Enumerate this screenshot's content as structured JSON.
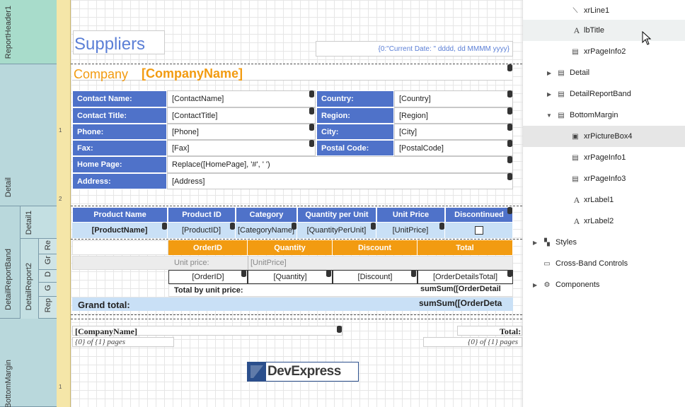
{
  "bands": {
    "report_header": "ReportHeader1",
    "detail": "Detail",
    "detail_report_band": "DetailReportBand",
    "detail1": "Detail1",
    "detail_report2": "DetailReport2",
    "gr1": "Gr",
    "d1": "D",
    "g1": "G",
    "rep1": "Rep",
    "re1": "Re",
    "bottom_margin": "BottomMargin"
  },
  "ruler": {
    "t1": "1",
    "t2": "2",
    "t3": "1"
  },
  "header": {
    "title": "Suppliers",
    "date_expr": "{0:\"Current Date: \" dddd, dd MMMM yyyy}"
  },
  "company": {
    "label": "Company",
    "field": "[CompanyName]"
  },
  "info": {
    "contact_name_label": "Contact Name:",
    "contact_name": "[ContactName]",
    "contact_title_label": "Contact Title:",
    "contact_title": "[ContactTitle]",
    "phone_label": "Phone:",
    "phone": "[Phone]",
    "fax_label": "Fax:",
    "fax": "[Fax]",
    "homepage_label": "Home Page:",
    "homepage": "Replace([HomePage], '#', ' ')",
    "address_label": "Address:",
    "address": "[Address]",
    "country_label": "Country:",
    "country": "[Country]",
    "region_label": "Region:",
    "region": "[Region]",
    "city_label": "City:",
    "city": "[City]",
    "postal_label": "Postal Code:",
    "postal": "[PostalCode]"
  },
  "products": {
    "headers": [
      "Product Name",
      "Product ID",
      "Category",
      "Quantity per Unit",
      "Unit Price",
      "Discontinued"
    ],
    "values": [
      "[ProductName]",
      "[ProductID]",
      "[CategoryName]",
      "[QuantityPerUnit]",
      "[UnitPrice]"
    ]
  },
  "orders": {
    "headers": [
      "OrderID",
      "Quantity",
      "Discount",
      "Total"
    ],
    "unit_price_label": "Unit price:",
    "unit_price": "[UnitPrice]",
    "values": [
      "[OrderID]",
      "[Quantity]",
      "[Discount]",
      "[OrderDetailsTotal]"
    ],
    "total_by_label": "Total by unit price:",
    "total_by_expr": "sumSum([OrderDetail",
    "grand_label": "Grand total:",
    "grand_expr": "sumSum([OrderDeta"
  },
  "footer": {
    "company": "[CompanyName]",
    "pages": "{0} of {1} pages",
    "total": "Total:",
    "pages_right": "{0} of {1} pages",
    "logo": "DevExpress"
  },
  "tree": {
    "items": [
      {
        "label": "xrLine1",
        "icon": "line-icon"
      },
      {
        "label": "lbTitle",
        "icon": "label-icon"
      },
      {
        "label": "xrPageInfo2",
        "icon": "pageinfo-icon"
      },
      {
        "label": "Detail",
        "icon": "band-icon"
      },
      {
        "label": "DetailReportBand",
        "icon": "band-icon"
      },
      {
        "label": "BottomMargin",
        "icon": "band-icon"
      },
      {
        "label": "xrPictureBox4",
        "icon": "picture-icon"
      },
      {
        "label": "xrPageInfo1",
        "icon": "pageinfo-icon"
      },
      {
        "label": "xrPageInfo3",
        "icon": "pageinfo-icon"
      },
      {
        "label": "xrLabel1",
        "icon": "label-icon"
      },
      {
        "label": "xrLabel2",
        "icon": "label-icon"
      },
      {
        "label": "Styles",
        "icon": "styles-icon"
      },
      {
        "label": "Cross-Band Controls",
        "icon": "crossband-icon"
      },
      {
        "label": "Components",
        "icon": "gear-icon"
      }
    ]
  },
  "colors": {
    "accent": "#4f72c9",
    "orange": "#f29b11",
    "title": "#5b7fd6"
  }
}
